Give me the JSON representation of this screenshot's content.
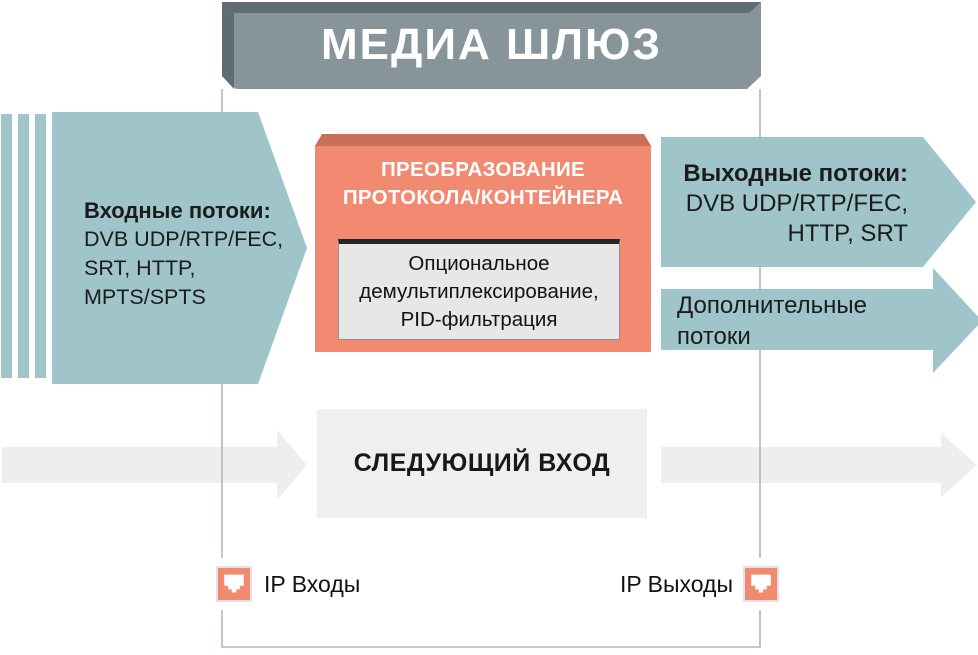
{
  "header": {
    "title": "МЕДИА ШЛЮЗ"
  },
  "input_arrow": {
    "title": "Входные потоки:",
    "lines": [
      "DVB UDP/RTP/FEC,",
      "SRT, HTTP,",
      "MPTS/SPTS"
    ]
  },
  "transform_box": {
    "title_lines": [
      "ПРЕОБРАЗОВАНИЕ",
      "ПРОТОКОЛА/КОНТЕЙНЕРА"
    ],
    "inner_lines": [
      "Опциональное",
      "демультиплексирование,",
      "PID-фильтрация"
    ]
  },
  "output_arrow": {
    "title": "Выходные потоки:",
    "lines": [
      "DVB UDP/RTP/FEC,",
      "HTTP, SRT"
    ]
  },
  "additional_arrow": {
    "lines": [
      "Дополнительные",
      "потоки"
    ]
  },
  "next_input_box": {
    "label": "СЛЕДУЮЩИЙ ВХОД"
  },
  "ports": {
    "input_label": "IP Входы",
    "output_label": "IP Выходы"
  },
  "colors": {
    "teal": "#9fc5ca",
    "coral": "#f28a71",
    "coral_dark": "#c96f5a",
    "header_gray": "#87959a",
    "header_gray_dark": "#5d6d73",
    "light_gray": "#efefef",
    "inner_box_gray": "#e7e7e7",
    "panel_line": "#aeb9bc"
  }
}
